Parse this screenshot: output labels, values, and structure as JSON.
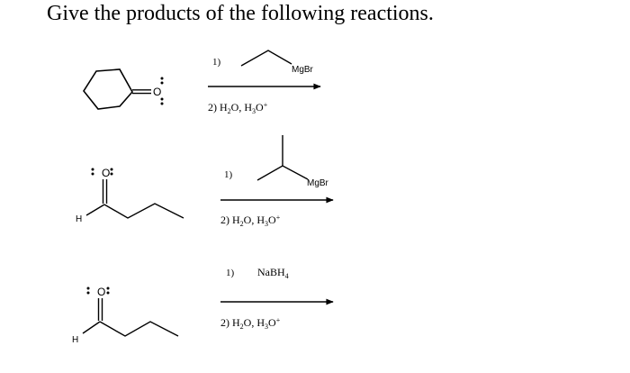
{
  "question": {
    "title": "Give the products of the following reactions."
  },
  "reactions": [
    {
      "reactant_atoms": {
        "oxygen": "O"
      },
      "step1_number": "1)",
      "step1_reagent": "MgBr",
      "step2": {
        "prefix": "2) H",
        "sub1": "2",
        "mid1": "O, H",
        "sub2": "3",
        "mid2": "O",
        "sup": "+"
      }
    },
    {
      "reactant_atoms": {
        "oxygen": "O",
        "hydrogen": "H"
      },
      "step1_number": "1)",
      "step1_reagent": "MgBr",
      "step2": {
        "prefix": "2) H",
        "sub1": "2",
        "mid1": "O, H",
        "sub2": "3",
        "mid2": "O",
        "sup": "+"
      }
    },
    {
      "reactant_atoms": {
        "oxygen": "O",
        "hydrogen": "H"
      },
      "step1_number": "1)",
      "step1_reagent": {
        "base": "NaBH",
        "sub": "4"
      },
      "step2": {
        "prefix": "2) H",
        "sub1": "2",
        "mid1": "O, H",
        "sub2": "3",
        "mid2": "O",
        "sup": "+"
      }
    }
  ],
  "colors": {
    "ink": "#000000",
    "background": "#ffffff"
  }
}
